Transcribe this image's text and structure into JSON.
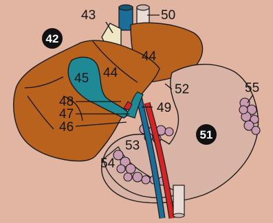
{
  "colors": {
    "background": "#e2b4a2",
    "liver": "#b8621e",
    "gallbladder": "#1f8a96",
    "stomach": "#d9b4a6",
    "pancreas_lobules": "#c99ab0",
    "vein": "#1b6e99",
    "artery": "#d42426",
    "ligament": "#efe6c4",
    "outline": "#1a1a1a"
  },
  "labels": {
    "l42": "42",
    "l43": "43",
    "l44a": "44",
    "l44b": "44",
    "l45": "45",
    "l46": "46",
    "l47": "47",
    "l48": "48",
    "l49": "49",
    "l50": "50",
    "l51": "51",
    "l52": "52",
    "l53": "53",
    "l54": "54",
    "l55": "55"
  }
}
